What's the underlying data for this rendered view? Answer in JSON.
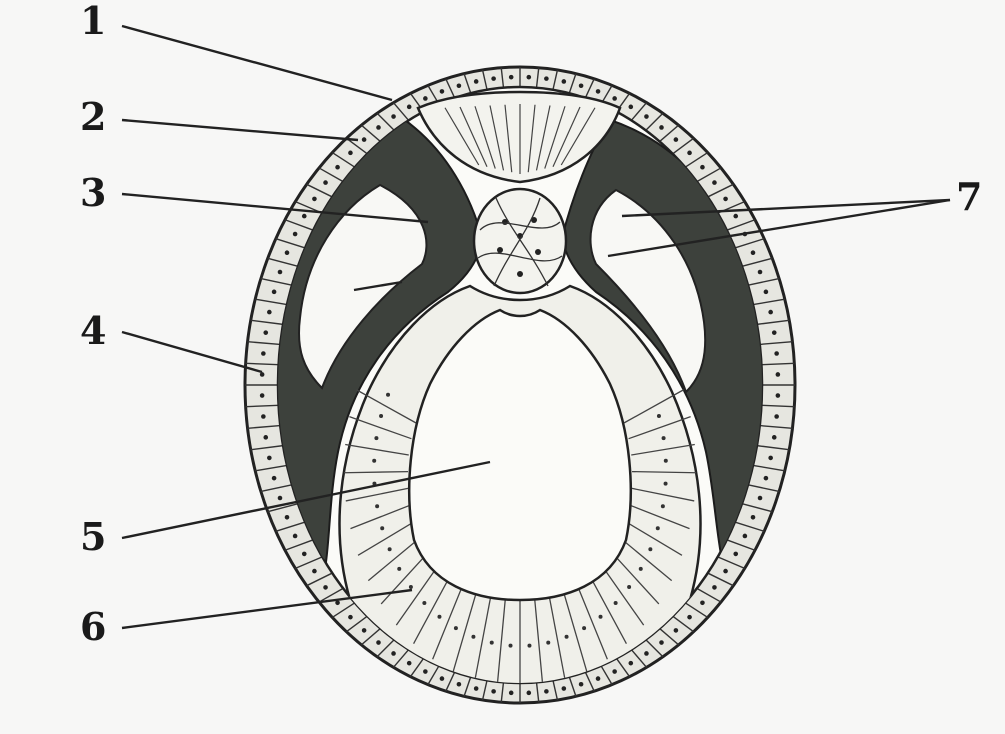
{
  "labels": [
    {
      "id": "1",
      "text": "1"
    },
    {
      "id": "2",
      "text": "2"
    },
    {
      "id": "3",
      "text": "3"
    },
    {
      "id": "4",
      "text": "4"
    },
    {
      "id": "5",
      "text": "5"
    },
    {
      "id": "6",
      "text": "6"
    },
    {
      "id": "7",
      "text": "7"
    }
  ],
  "colors": {
    "background": "#f7f7f6",
    "ectoderm": "#e6e6e0",
    "mesoderm": "#3d413c",
    "endoderm": "#f0f0ea",
    "notochord": "#f3f3ee",
    "outline": "#222222"
  }
}
